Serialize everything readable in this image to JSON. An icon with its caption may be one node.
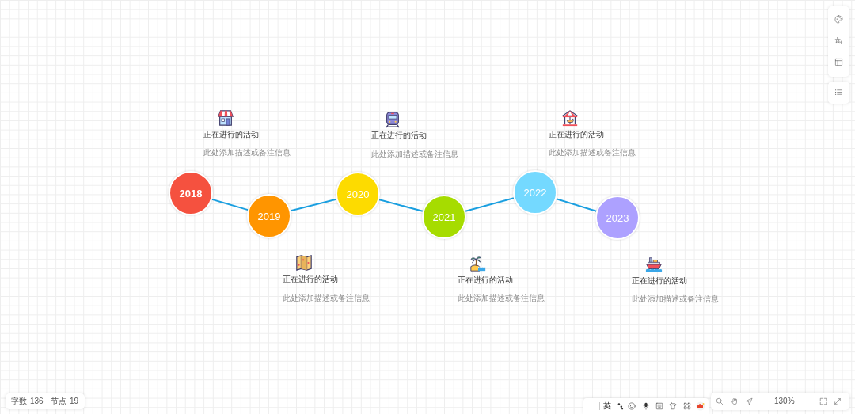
{
  "diagram": {
    "nodes": [
      {
        "text": [
          "2018"
        ],
        "beside": [
          "正在进行的活动",
          "此处添加描述或备注信息"
        ]
      },
      {
        "text": [
          "2019"
        ],
        "beside": [
          "正在进行的活动",
          "此处添加描述或备注信息"
        ]
      },
      {
        "text": [
          "2020"
        ],
        "beside": [
          "正在进行的活动",
          "此处添加描述或备注信息"
        ]
      },
      {
        "text": [
          "2021"
        ],
        "beside": [
          "正在进行的活动",
          "此处添加描述或备注信息"
        ]
      },
      {
        "text": [
          "2022"
        ],
        "beside": [
          "正在进行的活动",
          "此处添加描述或备注信息"
        ]
      },
      {
        "text": [
          "2023"
        ],
        "beside": [
          "正在进行的活动",
          "此处添加描述或备注信息"
        ]
      }
    ],
    "edges": [
      {
        "from": 0,
        "to": 1,
        "arrow": "none"
      },
      {
        "from": 1,
        "to": 2,
        "arrow": "none"
      },
      {
        "from": 2,
        "to": 3,
        "arrow": "none"
      },
      {
        "from": 3,
        "to": 4,
        "arrow": "none"
      },
      {
        "from": 4,
        "to": 5,
        "arrow": "none"
      }
    ],
    "labels": [
      "字数",
      "136",
      "节点",
      "19",
      "英",
      "130%"
    ]
  }
}
